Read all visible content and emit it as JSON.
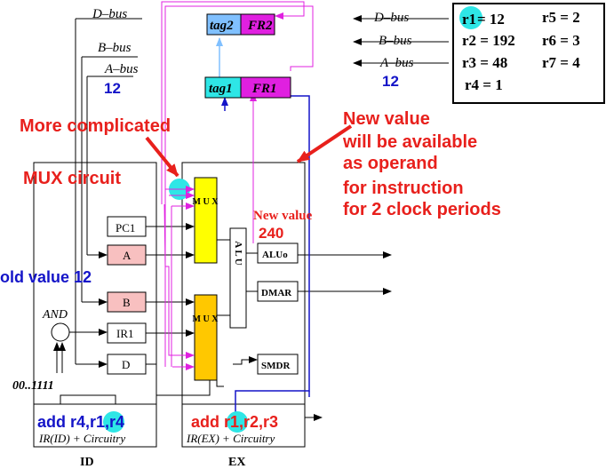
{
  "buses_left": {
    "d_bus": "D–bus",
    "b_bus": "B–bus",
    "a_bus": "A–bus",
    "a_value": "12"
  },
  "buses_right": {
    "d_bus": "D–bus",
    "b_bus": "B–bus",
    "a_bus": "A–bus",
    "a_value": "12"
  },
  "registers": {
    "r1": "r1",
    "r1_value": " = 12",
    "r2": "r2 = 192",
    "r3": "r3 = 48",
    "r4": "r4 = 1",
    "r5": "r5 = 2",
    "r6": "r6 = 3",
    "r7": "r7 = 4"
  },
  "forwarding": {
    "tag2": "tag2",
    "fr2": "FR2",
    "tag1": "tag1",
    "fr1": "FR1"
  },
  "annotations": {
    "more_complicated": "More complicated",
    "mux_circuit": "MUX circuit",
    "new_value_1": "New value",
    "new_value_2": "will be available",
    "new_value_3": "as operand",
    "new_value_4": "for instruction",
    "new_value_5": "for 2 clock periods",
    "new_value_small": "New value",
    "new_value_number": "240",
    "old_value": "old value 12"
  },
  "stage_id": {
    "pc1": "PC1",
    "a": "A",
    "b": "B",
    "ir1": "IR1",
    "d": "D",
    "and_label": "AND",
    "mask": "00..1111",
    "instr_prefix": "add r4,",
    "instr_reg": "r1",
    "instr_suffix": ",r4",
    "circuitry": "IR(ID) + Circuitry",
    "stage_label": "ID"
  },
  "stage_ex": {
    "mux_top": "M U X",
    "mux_bottom": "M U X",
    "alu": "A L U",
    "aluo": "ALUo",
    "dmar": "DMAR",
    "smdr": "SMDR",
    "instr_prefix": "add ",
    "instr_reg": "r1",
    "instr_suffix": ",r2,r3",
    "circuitry": "IR(EX) + Circuitry",
    "stage_label": "EX"
  },
  "colors": {
    "red": "#e8201c",
    "blue": "#1414c8",
    "cyan": "#2ee6e6",
    "magenta": "#e020e0",
    "light_blue": "#80c0ff",
    "yellow": "#ffff00",
    "orange": "#ffc800",
    "pink": "#f8c0c0"
  }
}
